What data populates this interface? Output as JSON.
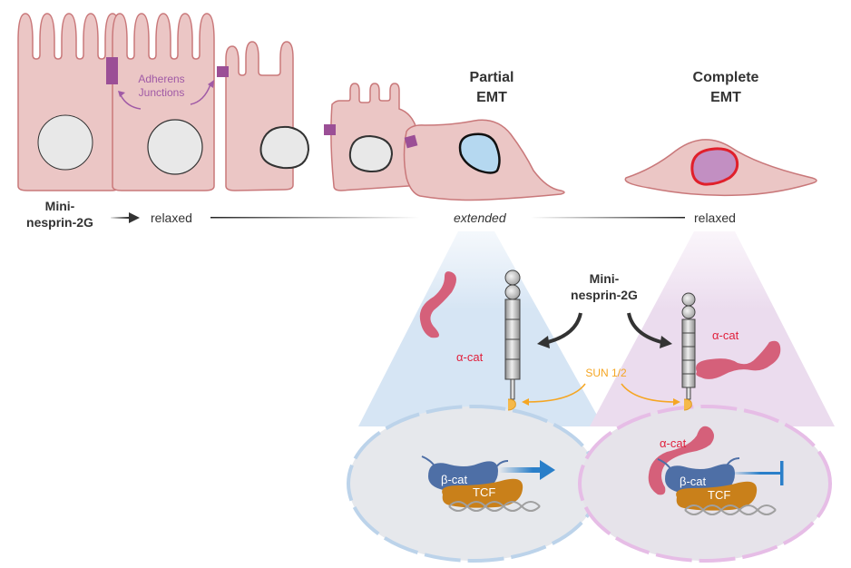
{
  "colors": {
    "cell_fill": "#ebc6c5",
    "cell_stroke": "#c9787a",
    "junction": "#9b4f96",
    "nucleus_grey": "#e8e8e8",
    "nucleus_partial": "#b5d8f0",
    "nucleus_complete": "#c28fc2",
    "nucleus_complete_ring": "#e0202b",
    "alpha_cat": "#d5607a",
    "beta_cat": "#4e6fa6",
    "tcf": "#c9801a",
    "sun": "#f5a623",
    "activation_arrow": "#2a7fc9",
    "inhibition": "#2a7fc9",
    "cone_partial": "#d8e6f4",
    "cone_complete": "#ecdcee",
    "text_dark": "#333333",
    "alpha_label": "#e0203c"
  },
  "labels": {
    "adherens_junctions_line1": "Adherens",
    "adherens_junctions_line2": "Junctions",
    "partial_emt_line1": "Partial",
    "partial_emt_line2": "EMT",
    "complete_emt_line1": "Complete",
    "complete_emt_line2": "EMT",
    "mini_nesprin_line1": "Mini-",
    "mini_nesprin_line2": "nesprin-2G",
    "state_relaxed_left": "relaxed",
    "state_extended": "extended",
    "state_relaxed_right": "relaxed",
    "center_mini_nesprin_line1": "Mini-",
    "center_mini_nesprin_line2": "nesprin-2G",
    "sun": "SUN 1/2",
    "alpha_cat_partial": "α-cat",
    "alpha_cat_complete_cyto": "α-cat",
    "alpha_cat_complete_nuc": "α-cat",
    "beta_cat_partial": "β-cat",
    "beta_cat_complete": "β-cat",
    "tcf_partial": "TCF",
    "tcf_complete": "TCF"
  }
}
